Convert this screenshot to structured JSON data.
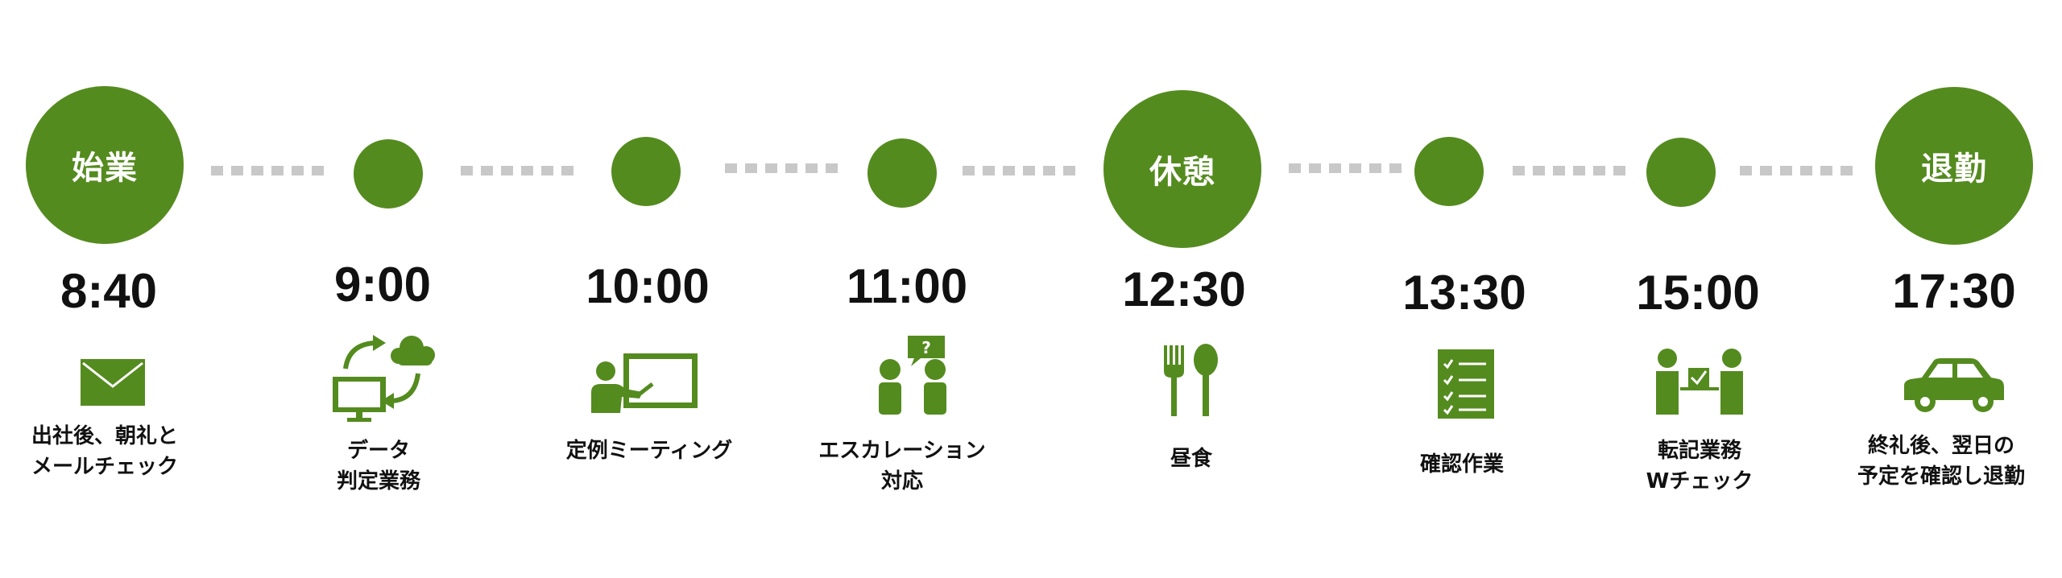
{
  "accent_color": "#548b1f",
  "connector_color": "#c8c8c8",
  "steps": [
    {
      "node_label": "始業",
      "time": "8:40",
      "icon": "mail-icon",
      "desc": [
        "出社後、朝礼と",
        "メールチェック"
      ]
    },
    {
      "node_label": "",
      "time": "9:00",
      "icon": "sync-cloud-icon",
      "desc": [
        "データ",
        "判定業務"
      ]
    },
    {
      "node_label": "",
      "time": "10:00",
      "icon": "presentation-icon",
      "desc": [
        "定例ミーティング"
      ]
    },
    {
      "node_label": "",
      "time": "11:00",
      "icon": "consultation-icon",
      "desc": [
        "エスカレーション",
        "対応"
      ]
    },
    {
      "node_label": "休憩",
      "time": "12:30",
      "icon": "fork-spoon-icon",
      "desc": [
        "昼食"
      ]
    },
    {
      "node_label": "",
      "time": "13:30",
      "icon": "checklist-icon",
      "desc": [
        "確認作業"
      ]
    },
    {
      "node_label": "",
      "time": "15:00",
      "icon": "double-check-icon",
      "desc": [
        "転記業務",
        "Wチェック"
      ]
    },
    {
      "node_label": "退勤",
      "time": "17:30",
      "icon": "car-icon",
      "desc": [
        "終礼後、翌日の",
        "予定を確認し退勤"
      ]
    }
  ]
}
